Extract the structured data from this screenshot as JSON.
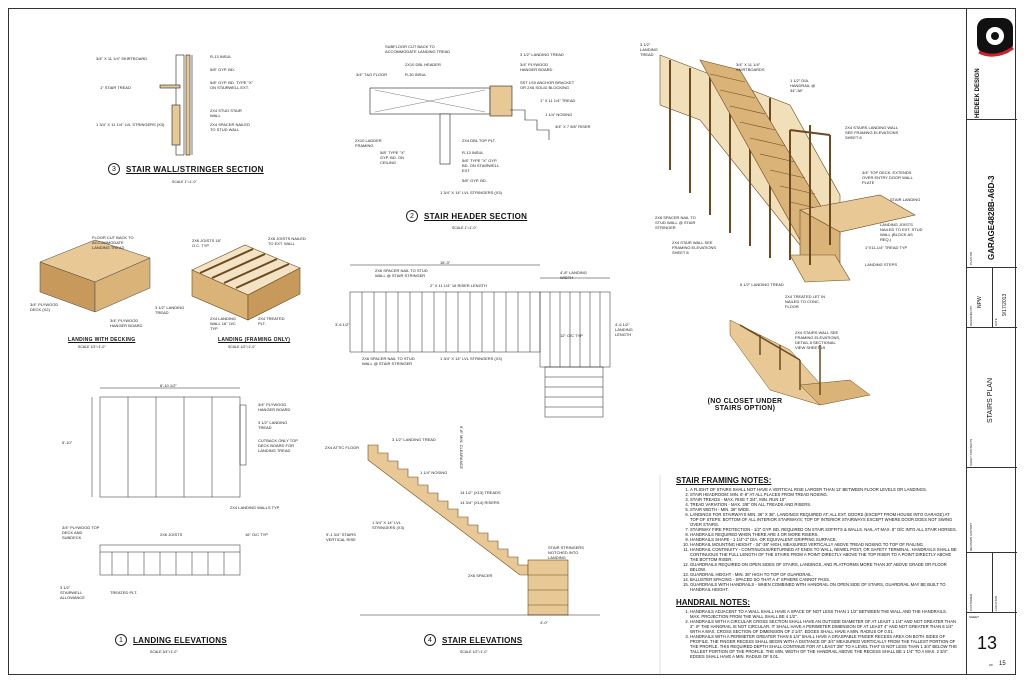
{
  "sections": {
    "wall_section": {
      "num": "3",
      "title": "STAIR WALL/STRINGER SECTION",
      "scale": "SCALE 1\"=1'-0\"",
      "labels": [
        "3/4\" X 11 1/4\" SKIRTBOARD",
        "1\" STAIR TREAD",
        "1 3/4\" X 11 1/4\" LVL STRINGERS (X3)",
        "R-13 INSUL",
        "5/8\" GYP. BD.",
        "5/8\" GYP. BD. TYPE \"X\" ON STAIRWELL EXT.",
        "2X4 STUD STAIR WALL",
        "2X4 SPACER NAILED TO STUD WALL"
      ]
    },
    "header_section": {
      "num": "2",
      "title": "STAIR HEADER SECTION",
      "scale": "SCALE 1\"=1'-0\"",
      "labels": [
        "SUBFLOOR CUT BACK TO ACCOMMODATE LANDING TREAD",
        "3/4\" T&G FLOOR",
        "2X10 DBL HEADER",
        "R-30 INSUL",
        "2X10 LADDER FRAMING",
        "5/8\" TYPE \"X\" GYP. BD. ON CEILING",
        "3 1/2\" LANDING TREAD",
        "3/4\" PLYWOOD HANGER BOARD",
        "SST LS0 ANCHOR BRACKET OR 2X6 SOLID BLOCKING",
        "1\" X 11 1/4\" TREAD",
        "1 1/4\" NOSING",
        "3/4\" X 7 5/8\" RISER",
        "2X4 DBL TOP PLT.",
        "R-13 INSUL",
        "5/8\" TYPE \"X\" GYP. BD. ON STAIRWELL EXT.",
        "5/8\" GYP. BD.",
        "1 3/4\" X 14\" LVL STRINGERS (X3)"
      ]
    },
    "landing_decking": {
      "title": "LANDING WITH DECKING",
      "scale": "SCALE 1/2\"=1'-0\"",
      "labels": [
        "FLOOR CUT BACK TO ACCOMMODATE LANDING TREAD",
        "3/4\" PLYWOOD DECK (X2)",
        "3 1/2\" LANDING TREAD",
        "3/4\" PLYWOOD HANGER BOARD"
      ]
    },
    "landing_framing": {
      "title": "LANDING (FRAMING ONLY)",
      "scale": "SCALE 1/2\"=1'-0\"",
      "labels": [
        "2X6 JOISTS 16\" O.C. TYP",
        "2X6 JOISTS NAILED TO EXT. WALL",
        "2X4 LANDING WALL 16\" O/C TYP",
        "2X4 TREATED PLT."
      ]
    },
    "landing_elevations": {
      "num": "1",
      "title": "LANDING ELEVATIONS",
      "scale": "SCALE 3/4\"=1'-0\"",
      "labels": [
        "6'-10 1/2\"",
        "5'-10\"",
        "3/4\" PLYWOOD HANGER BOARD",
        "3 1/2\" LANDING TREAD",
        "CUTBACK ONLY TOP DECK BOARD FOR LANDING TREAD",
        "2X4 LANDING WALLS TYP",
        "2X6 JOISTS",
        "16\" O/C TYP",
        "3/4\" PLYWOOD TOP DECK AND SUBDECK",
        "TREATED PLT.",
        "3 1/2\" STAIRWELL ALLOWANCE"
      ]
    },
    "stair_elevations": {
      "num": "4",
      "title": "STAIR ELEVATIONS",
      "scale": "SCALE 1/2\"=1'-0\"",
      "labels": [
        "3 1/2\" LANDING TREAD",
        "2X4 ATTIC FLOOR",
        "1 1/4\" NOSING",
        "14 1/2\" (X13) TREADS",
        "14 3/4\" (X14) RISERS",
        "6'-8\" MIN. CLEARANCE",
        "1 3/4\" X 14\" LVL STRINGERS (X3)",
        "STAIR STRINGERS NOTCHED INTO LANDING",
        "2X6 SPACER",
        "9'-1 3/4\" STAIRS VERTICAL RISE",
        "4'-0\""
      ]
    },
    "plan": {
      "labels": [
        "16'-3\"",
        "4'-8\" LANDING WIDTH",
        "2X6 SPACER NAIL TO STUD WALL @ STAIR STRINGER",
        "2\" X 11 1/4\" 16 RISER LENGTH",
        "2X6 SPACER NAIL TO STUD WALL @ STAIR STRINGER",
        "1 3/4\" X 14\" LVL STRINGERS (X3)",
        "12\" O/C TYP",
        "4'-6 1/2\" LANDING LENGTH",
        "3'-6 1/2\""
      ]
    },
    "iso_main": {
      "labels": [
        "3 1/2\" LANDING TREAD",
        "3/4\" X 11 1/4\" SKIRTBOARDS",
        "1 1/2\" DIA. HANDRAIL @ 34\"-38\"",
        "2X4 STAIRS LANDING WALL SEE FRAMING ELEVATIONS SHEET 8",
        "3/4\" TOP DECK. EXTENDS OVER ENTRY DOOR WALL PLATE",
        "STAIR LANDING",
        "2X6 SPACER NAIL TO STUD WALL @ STAIR STRINGER",
        "2X4 STAIR WALL SEE FRAMING ELEVATIONS SHEET 8",
        "LANDING JOISTS NAILED TO EXT. STUD WALL (BLOCK AS REQ.)",
        "5 1/2\" LANDING TREAD",
        "1\"X11-1/4\" TREAD TYP",
        "LANDING STEPS",
        "2X4 TREATED LET IN NAILED TO CONC. FLOOR"
      ]
    },
    "iso_option": {
      "title": "(NO CLOSET UNDER STAIRS OPTION)",
      "labels": [
        "2X4 STAIRS WALL SEE FRAMING ELEVATIONS, DETAIL 8 SECTIONAL VIEW SHEET 19"
      ]
    }
  },
  "framing_notes": {
    "title": "STAIR FRAMING NOTES:",
    "items": [
      "A FLIGHT OF STAIRS SHALL NOT HAVE A VERTICAL RISE LARGER THAN 12' BETWEEN FLOOR LEVELS OR LANDINGS.",
      "STAIR HEADROOM: MIN. 6'-8\" AT ALL PLACES FROM TREAD NOSING.",
      "STAIR TREADS - MAX. RISE 7 3/4\", MIN. RUN 10\".",
      "TREAD VARIATION - MAX. 3/8\" ON ALL TREADS AND RISERS.",
      "STAIR WIDTH - MIN. 36\" WIDE.",
      "LANDINGS FOR STAIRWAYS MIN. 36\" X 36\". LANDINGS REQUIRED AT: ALL EXT. DOORS (EXCEPT FROM HOUSE INTO GARAGE) AT TOP OF STEPS; BOTTOM OF ALL INTERIOR STAIRWAYS; TOP OF INTERIOR STAIRWAYS EXCEPT WHERE DOOR DOES NOT SWING OVER STAIRS.",
      "STAIRWAY FIRE PROTECTION - 1/2\" GYP. BD. REQUIRED ON STAIR SOFFITS & WALLS. NAIL AT MAX. 8\" O/C INTO ALL STAIR HORSES.",
      "HANDRAILS REQUIRED WHEN THERE ARE 4 OR MORE RISERS.",
      "HANDRAILS SHAPE - 1 1/4\"-2\" DIA. OR EQUIVALENT GRIPPING SURFACE.",
      "HANDRAIL MOUNTING HEIGHT - 34\"-38\" HIGH, MEASURED VERTICALLY ABOVE TREAD NOSING TO TOP OF RAILING.",
      "HANDRAIL CONTINUITY - CONTINUOUS/RETURNED AT ENDS TO WALL, NEWEL POST, OR SAFETY TERMINAL. HANDRAILS SHALL BE CONTINUOUS THE FULL LENGTH OF THE STAIRS FROM A POINT DIRECTLY ABOVE THE TOP RISER TO A POINT DIRECTLY ABOVE THE BOTTOM RISER.",
      "GUARDRAILS REQUIRED ON OPEN SIDES OF STAIRS, LANDINGS, AND PLATFORMS MORE THAN 30\" ABOVE GRADE OR FLOOR BELOW.",
      "GUARDRAIL HEIGHT - MIN. 36\" HIGH TO TOP OF GUARDRAIL.",
      "BALUSTER SPACING - SPACED SO THAT A 4\" SPHERE CANNOT PASS.",
      "GUARDRAILS WITH HANDRAILS - WHEN COMBINED WITH HANDRAIL ON OPEN SIDE OF STAIRS, GUARDRAIL MAY BE BUILT TO HANDRAIL HEIGHT."
    ]
  },
  "handrail_notes": {
    "title": "HANDRAIL NOTES:",
    "items": [
      "HANDRAILS ADJACENT TO A WALL SHALL HAVE A SPACE OF NOT LESS THAN 1 1/2\" BETWEEN THE WALL AND THE HANDRAILS. MAX. PROJECTION FROM THE WALL SHALL BE 4 1/2\".",
      "HANDRAILS WITH A CIRCULAR CROSS SECTION SHALL HAVE AN OUTSIDE DIAMETER OF AT LEAST 1 1/4\" AND NOT GREATER THAN 2\". IF THE HANDRAIL IS NOT CIRCULAR, IT SHALL HAVE A PERIMETER DIMENSION OF AT LEAST 4\" AND NOT GREATER THAN 6 1/4\" WITH A MAX. CROSS SECTION OF DIMENSION OF 2 1/4\". EDGES SHALL HAVE A MIN. RADIUS OF 0.01.",
      "HANDRAILS WITH A PERIMETER GREATER THAN 6 1/4\" SHALL HAVE A GRASPABLE FINGER RECESS AREA ON BOTH SIDES OF PROFILE. THE FINGER RECESS SHALL BEGIN WITH A DISTANCE OF 3/4\" MEASURED VERTICALLY FROM THE TALLEST PORTION OF THE PROFILE. THIS REQUIRED DEPTH SHALL CONTINUE FOR AT LEAST 3/8\" TO A LEVEL THAT IS NOT LESS THAN 1 3/4\" BELOW THE TALLEST PORTION OF THE PROFILE. THE MIN. WIDTH OF THE HANDRAIL ABOVE THE RECESS SHALL BE 1 1/4\" TO A MAX. 2 3/4\". EDGES SHALL HAVE A MIN. RADIUS OF 0.01."
    ]
  },
  "title_block": {
    "company": "HEDEEK DESIGN",
    "plan_no_label": "PLAN NO.",
    "plan_no": "GARAGE4828B-A6D-3",
    "designed_by_label": "DESIGNED BY",
    "designed_by": "NPW",
    "date_label": "DATE",
    "date": "9/17/2013",
    "sheet_contents_label": "SHEET CONTENTS",
    "sheet_contents": "STAIRS PLAN",
    "revision_label": "REVISION HISTORY",
    "customer_label": "CUSTOMER",
    "location_label": "LOCATION",
    "sheet_label": "SHEET",
    "sheet_no": "13",
    "of_label": "OF",
    "sheet_total": "15"
  },
  "colors": {
    "wood": "#e8c995",
    "wood_dark": "#c79a5c",
    "line": "#222222",
    "logo_red": "#d0202a"
  }
}
